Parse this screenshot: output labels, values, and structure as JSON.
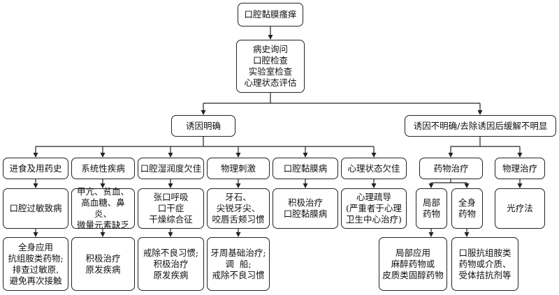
{
  "diagram": {
    "root": "口腔黏膜瘙痒",
    "examination": "病史询问\n口腔检查\n实验室检查\n心理状态评估",
    "branch_known": "诱因明确",
    "branch_unknown": "诱因不明确/去除诱因后缓解不明显",
    "causes": [
      {
        "title": "进食及用药史",
        "mechanism": "口腔过敏致病",
        "management": "全身应用\n抗组胺类药物;\n排查过敏原,\n避免再次接触"
      },
      {
        "title": "系统性疾病",
        "mechanism": "甲亢、贫血、\n高血糖、鼻炎、\n微量元素缺乏",
        "management": "积极治疗\n原发疾病"
      },
      {
        "title": "口腔湿润度欠佳",
        "mechanism": "张口呼吸\n口干症\n干燥综合征",
        "management": "戒除不良习惯;\n积极治疗\n原发疾病"
      },
      {
        "title": "物理刺激",
        "mechanism": "牙石、\n尖锐牙尖、\n咬唇舌颊习惯",
        "management": "牙周基础治疗;\n调  船;\n戒除不良习惯"
      },
      {
        "title": "口腔黏膜病",
        "mechanism": "积极治疗\n口腔黏膜病"
      },
      {
        "title": "心理状态欠佳",
        "mechanism": "心理疏导\n(严重者于心理\n卫生中心治疗)"
      }
    ],
    "drug_therapy": "药物治疗",
    "physical_therapy": "物理治疗",
    "local": "局部\n药物",
    "systemic": "全身\n药物",
    "phototherapy": "光疗法",
    "local_detail": "局部应用\n麻醉药物或\n皮质类固醇药物",
    "systemic_detail": "口服抗组胺类\n药物或介质、\n受体拮抗剂等"
  }
}
